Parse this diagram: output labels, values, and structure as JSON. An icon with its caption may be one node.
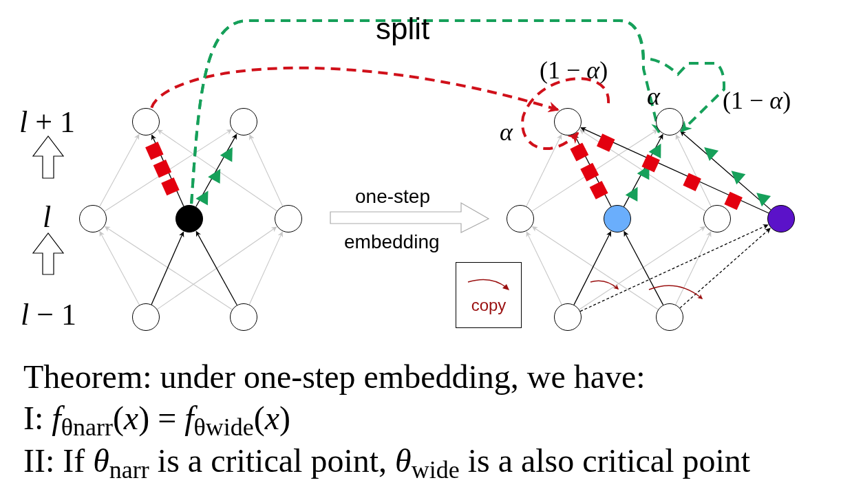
{
  "diagram": {
    "nodes": [
      {
        "text": [],
        "shape": "circle"
      },
      {
        "text": [],
        "shape": "circle"
      },
      {
        "text": [],
        "shape": "circle"
      },
      {
        "text": [],
        "shape": "circle"
      },
      {
        "text": [],
        "shape": "circle"
      },
      {
        "text": [],
        "shape": "circle"
      },
      {
        "text": [],
        "shape": "circle"
      },
      {
        "text": [],
        "shape": "circle"
      },
      {
        "text": [],
        "shape": "circle"
      },
      {
        "text": [],
        "shape": "circle"
      },
      {
        "text": [],
        "shape": "circle"
      },
      {
        "text": [],
        "shape": "circle"
      },
      {
        "text": [],
        "shape": "circle"
      },
      {
        "text": [],
        "shape": "circle"
      },
      {
        "text": [],
        "shape": "circle"
      }
    ],
    "edges": [
      {
        "from": 5,
        "to": 2,
        "arrow": "to"
      },
      {
        "from": 5,
        "to": 4,
        "arrow": "to"
      },
      {
        "from": 6,
        "to": 2,
        "arrow": "to"
      },
      {
        "from": 6,
        "to": 4,
        "arrow": "to"
      },
      {
        "from": 2,
        "to": 0,
        "arrow": "to"
      },
      {
        "from": 2,
        "to": 1,
        "arrow": "to"
      },
      {
        "from": 4,
        "to": 0,
        "arrow": "to"
      },
      {
        "from": 4,
        "to": 1,
        "arrow": "to"
      },
      {
        "from": 5,
        "to": 3,
        "arrow": "to",
        "color": "#000000"
      },
      {
        "from": 6,
        "to": 3,
        "arrow": "to",
        "color": "#000000"
      },
      {
        "from": 3,
        "to": 0,
        "arrow": "to",
        "color": "#000000"
      },
      {
        "from": 3,
        "to": 1,
        "arrow": "to",
        "color": "#000000"
      },
      {
        "from": 13,
        "to": 9,
        "arrow": "to"
      },
      {
        "from": 13,
        "to": 11,
        "arrow": "to"
      },
      {
        "from": 14,
        "to": 9,
        "arrow": "to"
      },
      {
        "from": 14,
        "to": 11,
        "arrow": "to"
      },
      {
        "from": 9,
        "to": 7,
        "arrow": "to"
      },
      {
        "from": 9,
        "to": 8,
        "arrow": "to"
      },
      {
        "from": 11,
        "to": 7,
        "arrow": "to"
      },
      {
        "from": 11,
        "to": 8,
        "arrow": "to"
      },
      {
        "from": 13,
        "to": 10,
        "arrow": "to",
        "color": "#000000"
      },
      {
        "from": 14,
        "to": 10,
        "arrow": "to",
        "color": "#000000"
      },
      {
        "from": 10,
        "to": 7,
        "arrow": "to",
        "color": "#000000"
      },
      {
        "from": 10,
        "to": 8,
        "arrow": "to",
        "color": "#000000"
      },
      {
        "from": 12,
        "to": 7,
        "arrow": "to",
        "color": "#000000"
      },
      {
        "from": 12,
        "to": 8,
        "arrow": "to",
        "color": "#000000"
      },
      {
        "from": 13,
        "to": 12,
        "arrow": "to",
        "style": "dashed",
        "color": "#000000"
      },
      {
        "from": 14,
        "to": 12,
        "arrow": "to",
        "style": "dashed",
        "color": "#000000"
      },
      {
        "from": 0,
        "to": 7,
        "arrow": "to",
        "style": "dashed",
        "color": "#d0101a"
      },
      {
        "from": null,
        "to": 7,
        "arrow": "to",
        "style": "dashed",
        "color": "#d0101a"
      },
      {
        "from": 3,
        "to": 8,
        "arrow": "to",
        "style": "dashed",
        "color": "#16a05a"
      },
      {
        "from": 3,
        "to": 8,
        "arrow": "to",
        "style": "dashed",
        "color": "#16a05a"
      }
    ],
    "labels": [
      "*l* + 1",
      "*l*",
      "*l* − 1",
      "one-step",
      "embedding",
      "split",
      "(1 − *α*)",
      "α",
      "α",
      "(1 − *α*)",
      "Theorem: under one-step embedding, we have:",
      "I: *f*$_{θnarr}$(*x*) = *f*$_{θwide}$(*x*)",
      "II: If *θ*$_{narr}$ is a critical point, *θ*$_{wide}$ is a also critical point"
    ],
    "legend": [
      {
        "text": "copy"
      }
    ]
  }
}
